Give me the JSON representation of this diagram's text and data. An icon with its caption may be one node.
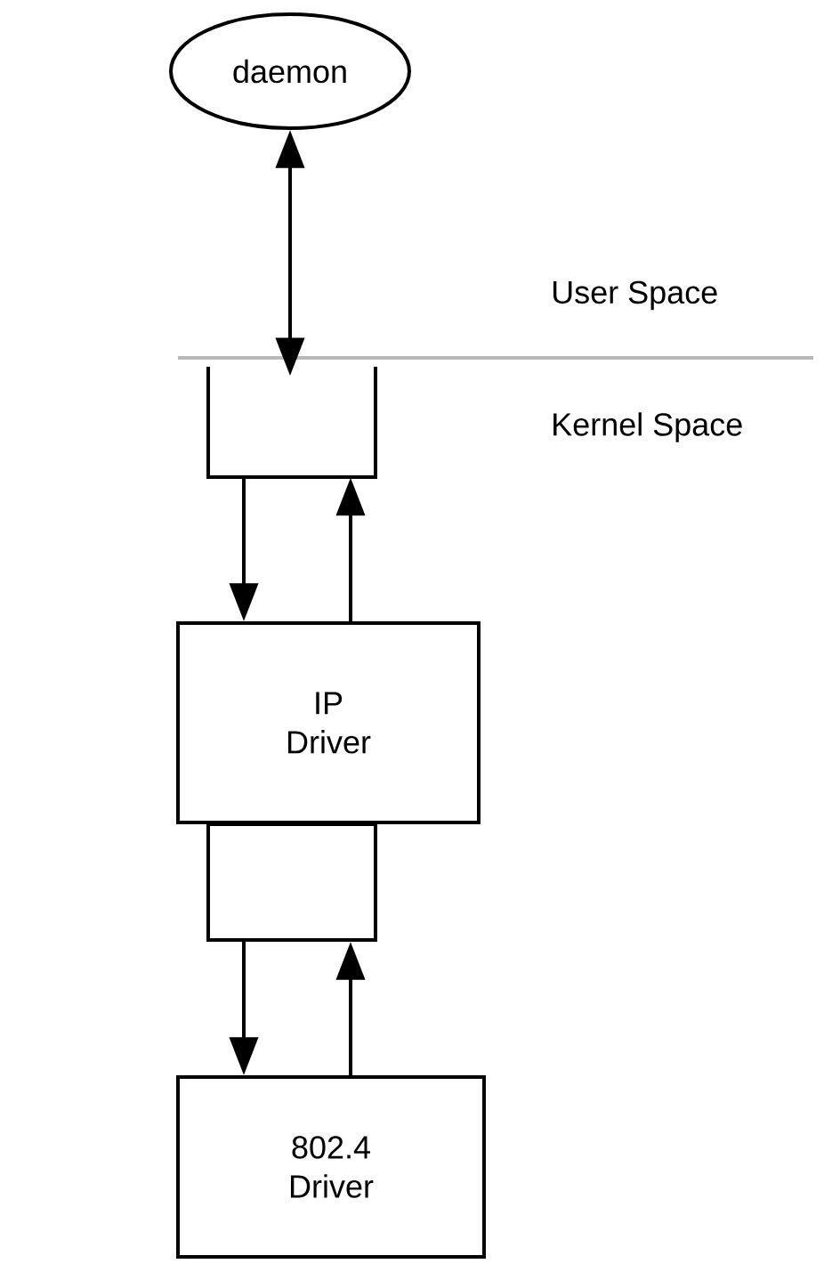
{
  "diagram": {
    "nodes": [
      {
        "text": [
          "daemon"
        ]
      },
      {
        "text": [],
        "shape": "box"
      },
      {
        "text": [
          "IP Driver"
        ]
      },
      {
        "text": [],
        "shape": "box"
      },
      {
        "text": [
          "802.4 Driver"
        ]
      }
    ],
    "edges": [
      {
        "from": 0,
        "to": 1,
        "arrow": "both"
      },
      {
        "from": 1,
        "to": 2,
        "arrow": "to"
      },
      {
        "from": 2,
        "to": 1,
        "arrow": "to"
      },
      {
        "from": 3,
        "to": 4,
        "arrow": "to"
      },
      {
        "from": 4,
        "to": 3,
        "arrow": "to"
      }
    ],
    "labels": [
      "User Space",
      "Kernel Space"
    ]
  }
}
